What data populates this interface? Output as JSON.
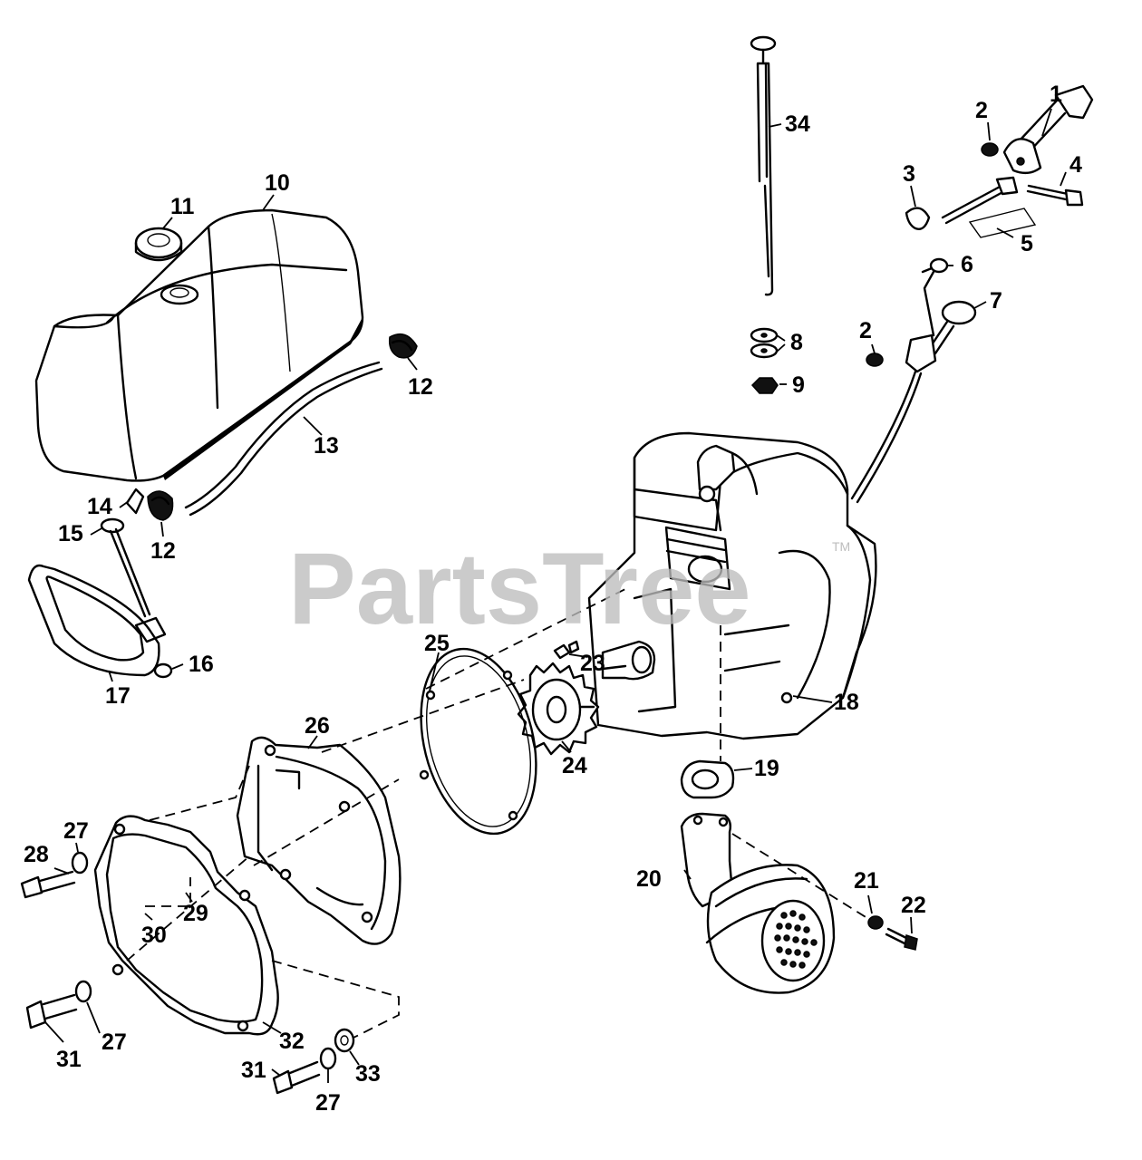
{
  "watermark": {
    "text": "PartsTree",
    "trademark": "TM"
  },
  "callouts": {
    "c1": "1",
    "c2a": "2",
    "c2b": "2",
    "c3": "3",
    "c4": "4",
    "c5": "5",
    "c6": "6",
    "c7": "7",
    "c8": "8",
    "c9": "9",
    "c10": "10",
    "c11": "11",
    "c12a": "12",
    "c12b": "12",
    "c13": "13",
    "c14": "14",
    "c15": "15",
    "c16": "16",
    "c17": "17",
    "c18": "18",
    "c19": "19",
    "c20": "20",
    "c21": "21",
    "c22": "22",
    "c23": "23",
    "c24": "24",
    "c25": "25",
    "c26": "26",
    "c27a": "27",
    "c27b": "27",
    "c27c": "27",
    "c28": "28",
    "c29": "29",
    "c30": "30",
    "c31a": "31",
    "c31b": "31",
    "c32": "32",
    "c33": "33",
    "c34": "34"
  }
}
